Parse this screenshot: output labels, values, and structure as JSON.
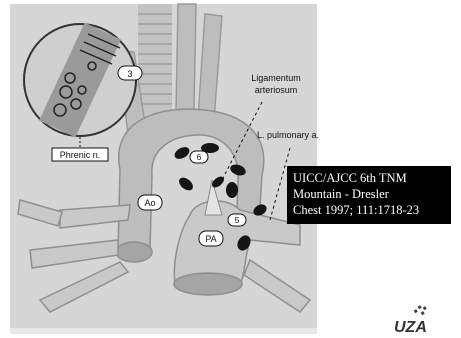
{
  "labels": {
    "node_3": "3",
    "phrenic": "Phrenic n.",
    "ligamentum_line1": "Ligamentum",
    "ligamentum_line2": "arteriosum",
    "l_pulmonary": "L. pulmonary a.",
    "node_6": "6",
    "node_5": "5",
    "aorta": "Ao",
    "pulmonary_artery": "PA"
  },
  "caption": {
    "line1": "UICC/AJCC   6th TNM",
    "line2": "Mountain - Dresler",
    "line3": "Chest 1997; 111:1718-23"
  },
  "logo_text": "UZA",
  "colors": {
    "background": "#ffffff",
    "frame": "#d6d6d6",
    "vessel": "#bdbdbd",
    "vessel_light": "#d4d4d4",
    "lymph_node": "#151515",
    "caption_bg": "#000000",
    "caption_fg": "#ffffff"
  }
}
